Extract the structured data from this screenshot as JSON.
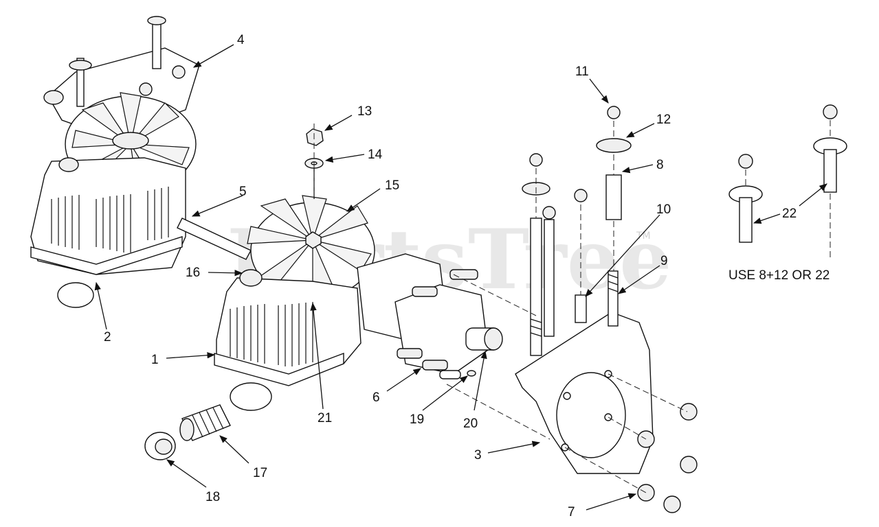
{
  "watermark": {
    "text": "PartsTree",
    "tm": "TM"
  },
  "note": "USE 8+12 OR 22",
  "callouts": [
    {
      "id": "c1",
      "label": "1"
    },
    {
      "id": "c2",
      "label": "2"
    },
    {
      "id": "c3",
      "label": "3"
    },
    {
      "id": "c4",
      "label": "4"
    },
    {
      "id": "c5",
      "label": "5"
    },
    {
      "id": "c6",
      "label": "6"
    },
    {
      "id": "c7",
      "label": "7"
    },
    {
      "id": "c8",
      "label": "8"
    },
    {
      "id": "c9",
      "label": "9"
    },
    {
      "id": "c10",
      "label": "10"
    },
    {
      "id": "c11",
      "label": "11"
    },
    {
      "id": "c12",
      "label": "12"
    },
    {
      "id": "c13",
      "label": "13"
    },
    {
      "id": "c14",
      "label": "14"
    },
    {
      "id": "c15",
      "label": "15"
    },
    {
      "id": "c16",
      "label": "16"
    },
    {
      "id": "c17",
      "label": "17"
    },
    {
      "id": "c18",
      "label": "18"
    },
    {
      "id": "c19",
      "label": "19"
    },
    {
      "id": "c20",
      "label": "20"
    },
    {
      "id": "c21",
      "label": "21"
    },
    {
      "id": "c22",
      "label": "22"
    }
  ]
}
